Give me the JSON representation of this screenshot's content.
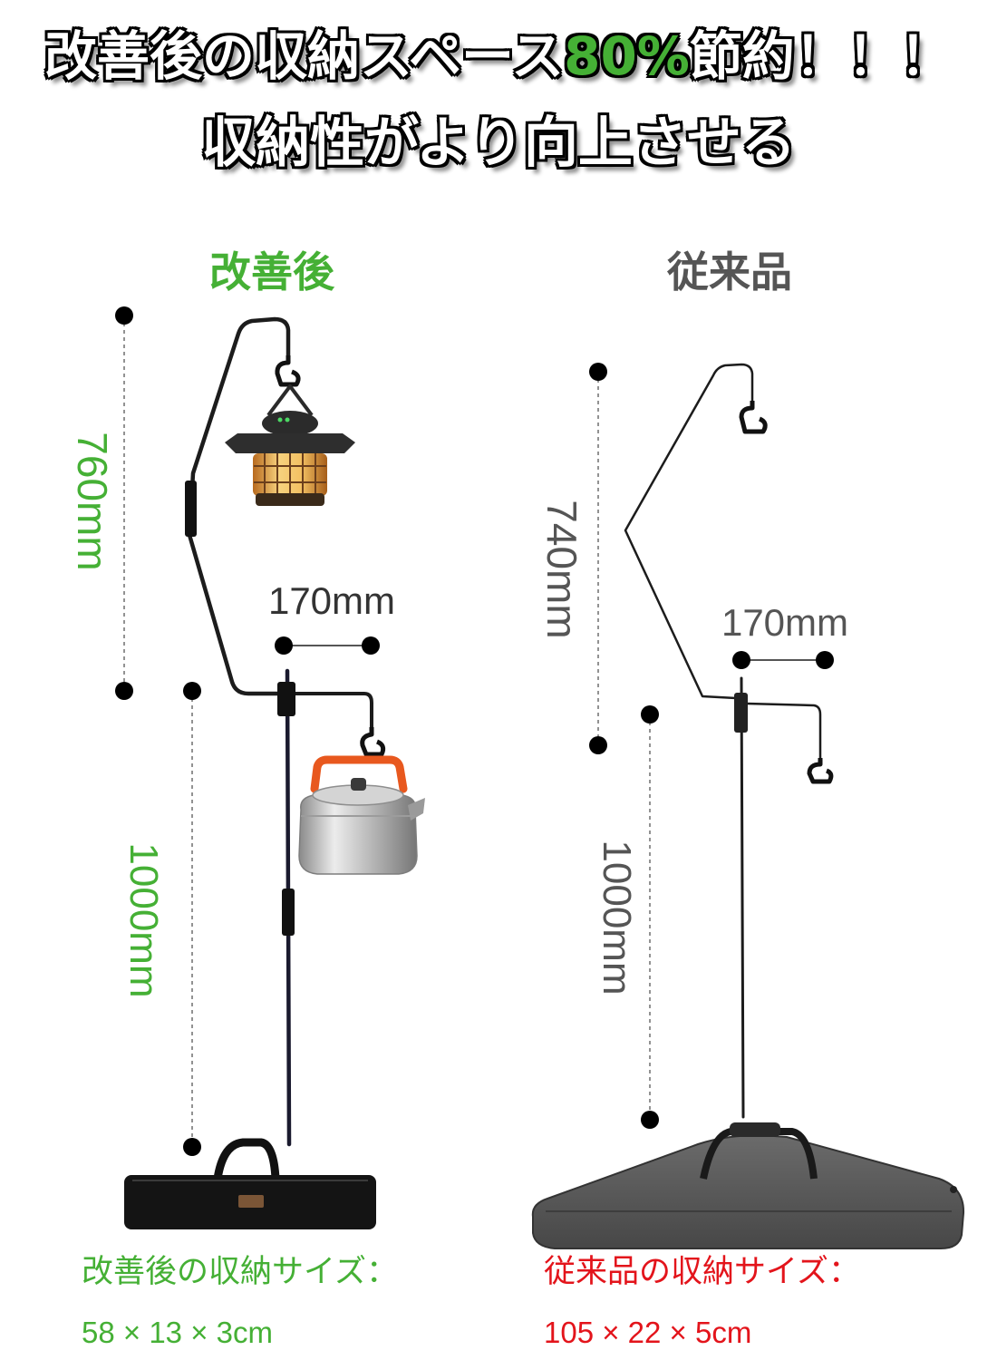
{
  "headline": {
    "line1_before": "改善後の収納スペース",
    "line1_highlight": "80%",
    "line1_after": "節約！！！",
    "line2": "収納性がより向上させる"
  },
  "improved": {
    "header": "改善後",
    "upper_height": "760mm",
    "lower_height": "1000mm",
    "arm_width": "170mm",
    "storage_label": "改善後の収納サイズ：",
    "storage_size": "58 × 13 × 3cm"
  },
  "conventional": {
    "header": "従来品",
    "upper_height": "740mm",
    "lower_height": "1000mm",
    "arm_width": "170mm",
    "storage_label": "従来品の収納サイズ：",
    "storage_size": "105 × 22 × 5cm"
  },
  "colors": {
    "green": "#45b035",
    "gray": "#555555",
    "red": "#e3141b",
    "dark": "#333333"
  }
}
